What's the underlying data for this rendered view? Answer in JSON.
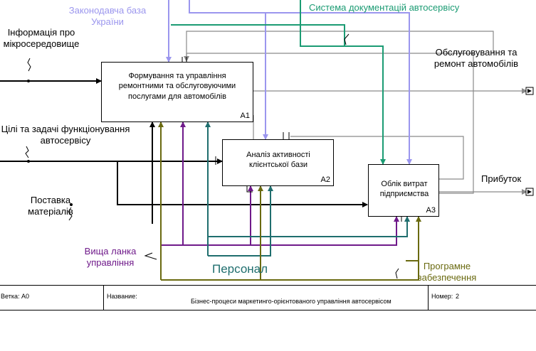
{
  "colors": {
    "black": "#000000",
    "lavender": "#9b96ee",
    "green": "#1b9b73",
    "purple": "#6f1a8a",
    "teal": "#1f6e6e",
    "olive": "#6a6a10",
    "gray": "#8a8a8a"
  },
  "labels": {
    "info": "Інформація про мікросередовище",
    "law": "Законодавча база України",
    "docsys": "Система документацій автосервісу",
    "service_output": "Обслуговування та ремонт автомобілів",
    "goals": "Цілі та задачі функціонування автосервісу",
    "profit": "Прибуток",
    "supply": "Поставка матеріалів",
    "management": "Вища ланка управління",
    "personnel": "Персонал",
    "software": "Програмне забезпечення"
  },
  "boxes": {
    "a1": {
      "title": "Формування та управління ремонтними та обслуговуючими послугами для автомобілів",
      "number": "A1"
    },
    "a2": {
      "title": "Аналіз активності клієнтської бази",
      "number": "A2"
    },
    "a3": {
      "title": "Облік витрат підприємства",
      "number": "A3"
    }
  },
  "footer": {
    "node_label": "Ветка:",
    "node_value": "A0",
    "name_label": "Название:",
    "name_value": "Бізнес-процеси маркетинго-орієнтованого управління автосервісом",
    "number_label": "Номер:",
    "number_value": "2"
  }
}
